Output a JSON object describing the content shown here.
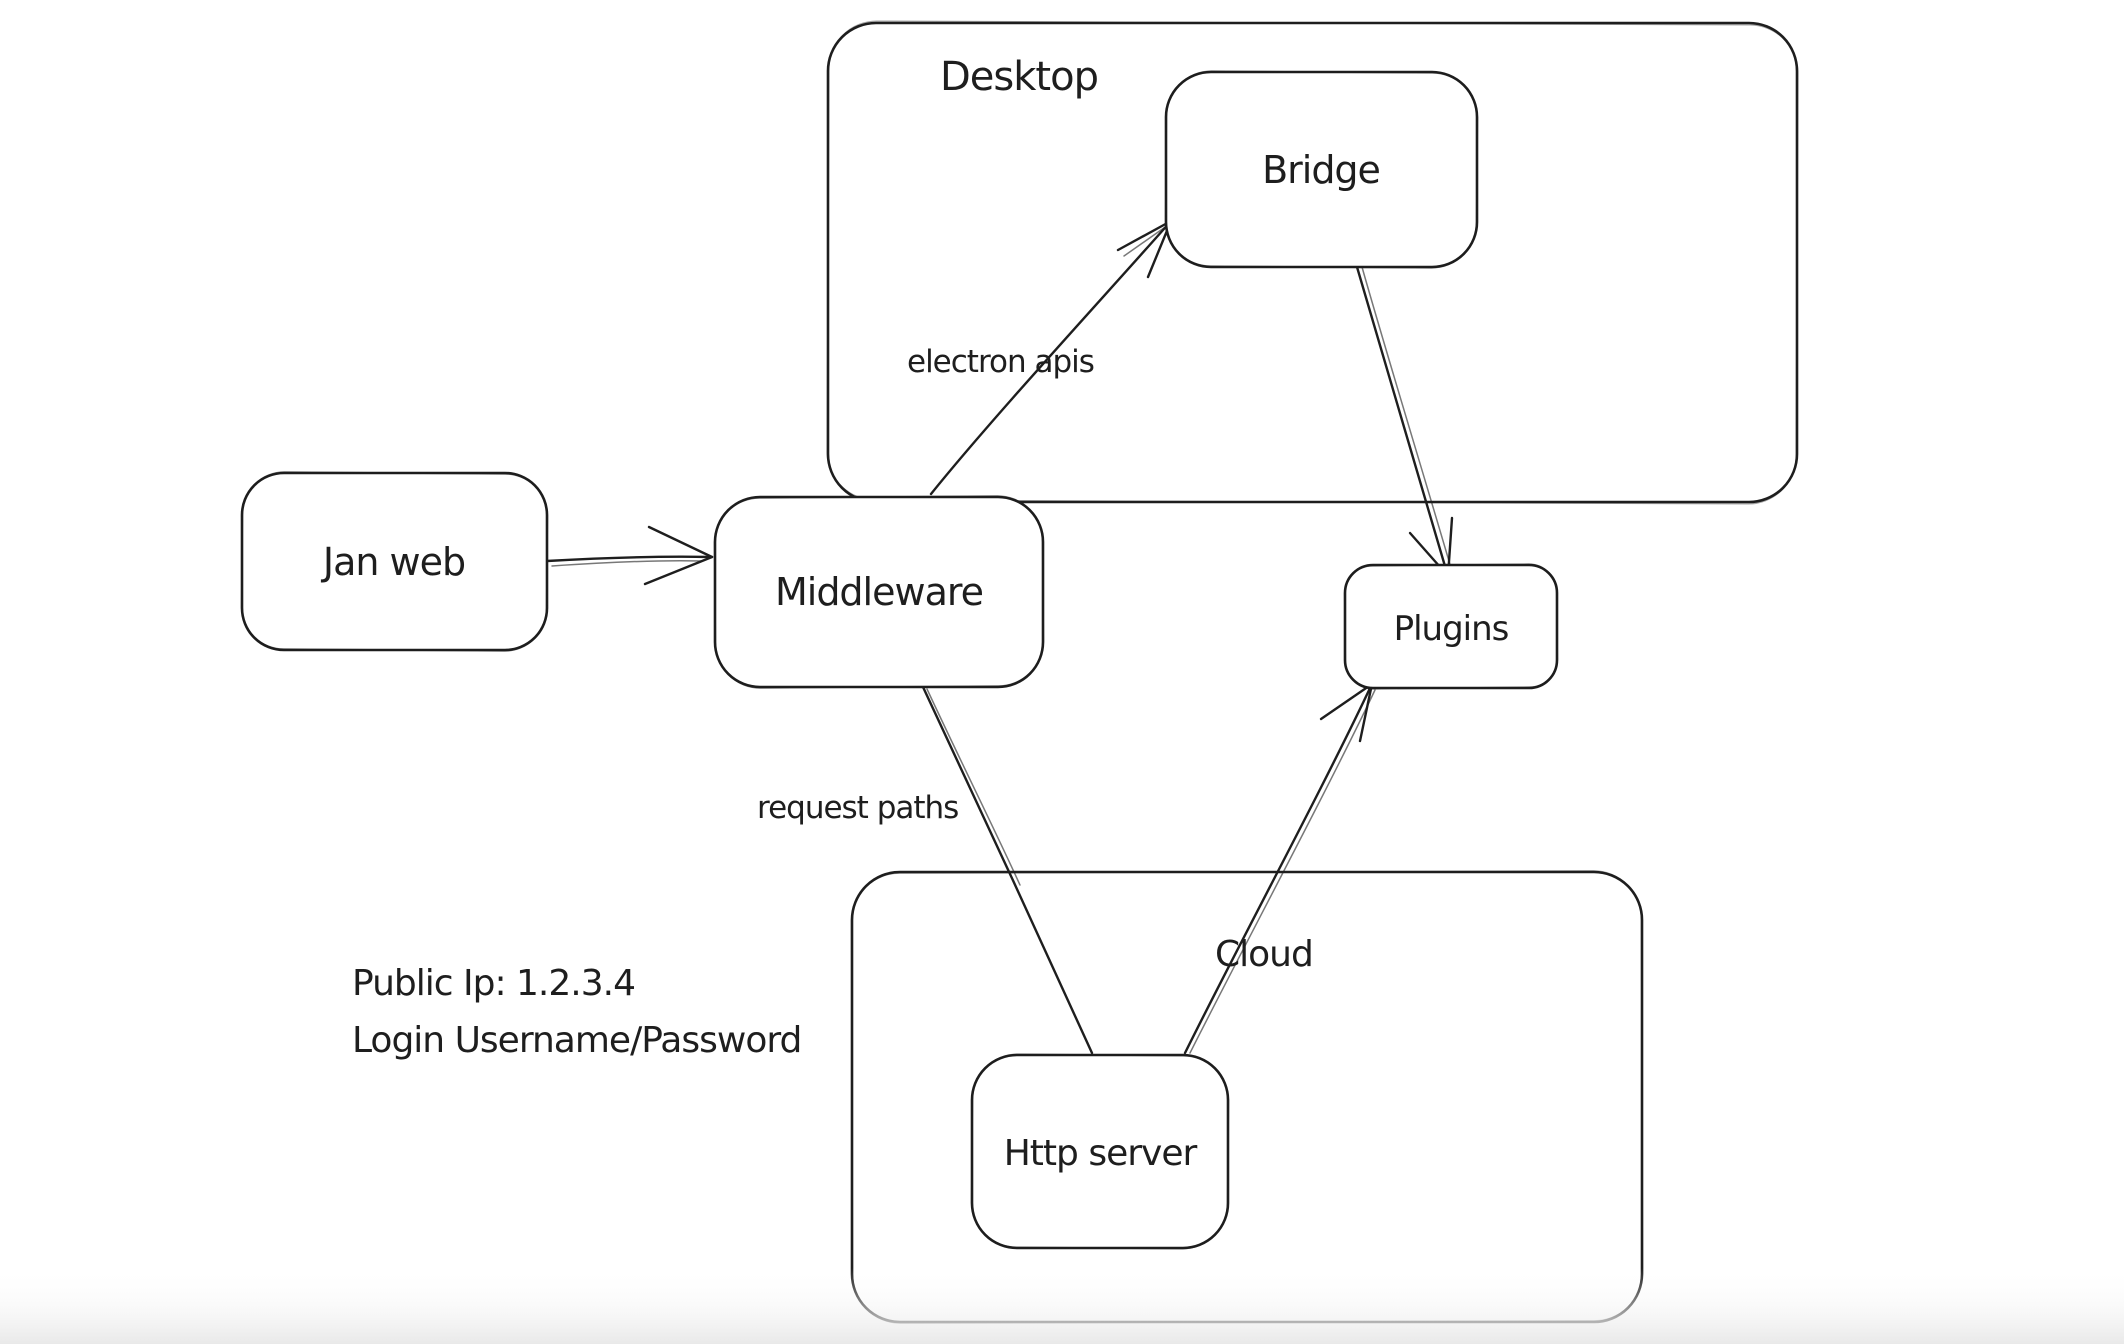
{
  "canvas": {
    "background": "#ffffff",
    "stroke_color": "#1e1e1e",
    "style": "hand-drawn whiteboard diagram"
  },
  "containers": {
    "desktop": {
      "label": "Desktop"
    },
    "cloud": {
      "label": "Cloud"
    }
  },
  "nodes": {
    "jan_web": {
      "label": "Jan web"
    },
    "middleware": {
      "label": "Middleware"
    },
    "bridge": {
      "label": "Bridge"
    },
    "plugins": {
      "label": "Plugins"
    },
    "http_server": {
      "label": "Http server"
    }
  },
  "edge_labels": {
    "electron_apis": "electron apis",
    "request_paths": "request paths"
  },
  "edges": [
    {
      "from": "jan_web",
      "to": "middleware",
      "arrowhead": true,
      "label": ""
    },
    {
      "from": "middleware",
      "to": "bridge",
      "arrowhead": true,
      "label": "electron apis"
    },
    {
      "from": "bridge",
      "to": "plugins",
      "arrowhead": true,
      "label": ""
    },
    {
      "from": "middleware",
      "to": "http_server",
      "arrowhead": false,
      "label": "request paths"
    },
    {
      "from": "http_server",
      "to": "plugins",
      "arrowhead": true,
      "label": ""
    }
  ],
  "annotations": {
    "line1": "Public Ip: 1.2.3.4",
    "line2": "Login Username/Password"
  }
}
